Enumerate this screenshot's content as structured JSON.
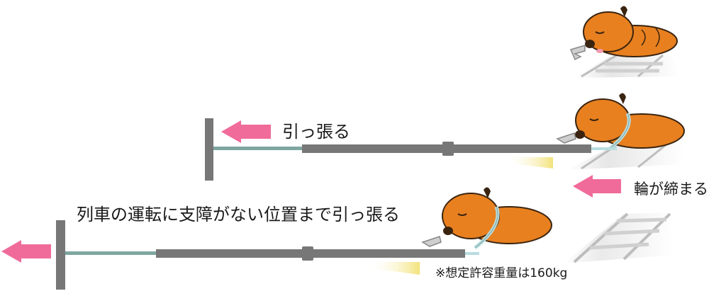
{
  "labels": {
    "pull": "引っ張る",
    "tighten": "輪が締まる",
    "pull_far": "列車の運転に支障がない位置まで引っ張る",
    "note": "※想定許容重量は160kg"
  },
  "colors": {
    "arrow": "#f06b9a",
    "pole": "#777777",
    "rope": "#7fa6a0",
    "loop": "#b9dde0",
    "mole_body": "#e8801f",
    "mole_outline": "#3a2410",
    "rail": "#c8c8c8",
    "cap_yellow": "#f3e27a"
  },
  "icons": {
    "mole": "sleeping-mole-icon",
    "arrow": "left-arrow-icon",
    "tool": "pole-tool-icon"
  }
}
